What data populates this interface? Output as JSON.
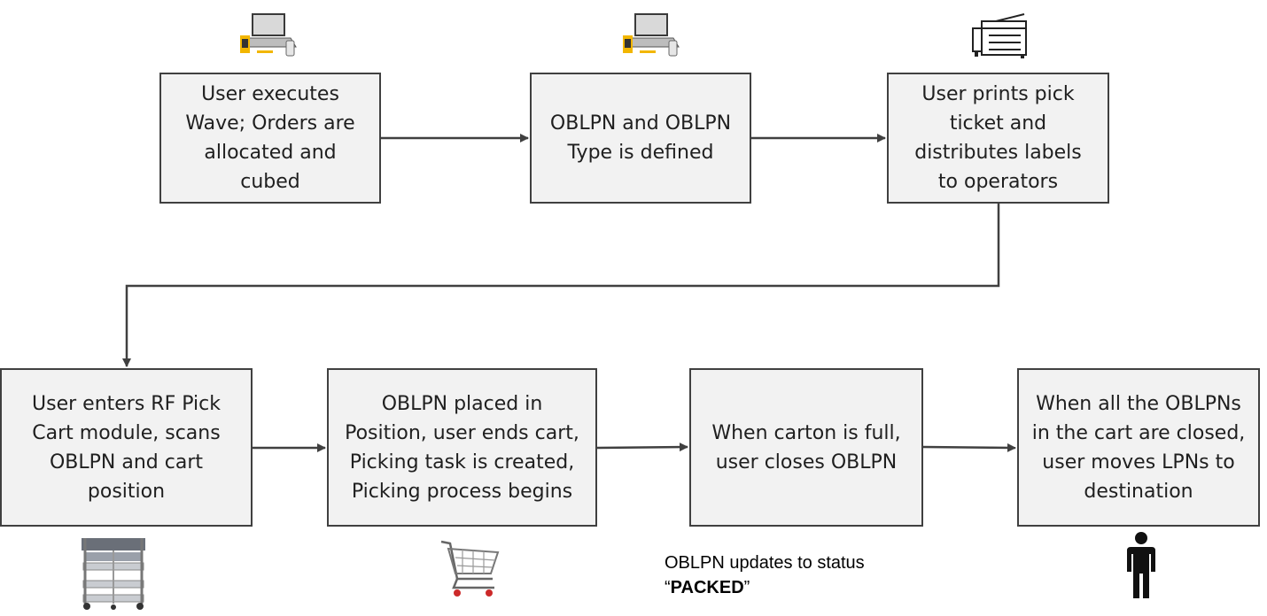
{
  "steps": [
    {
      "id": "execute-wave",
      "text": "User executes\nWave; Orders are\nallocated and\ncubed",
      "icon": "laptop-icon"
    },
    {
      "id": "oblpn-defined",
      "text": "OBLPN and OBLPN\nType is defined",
      "icon": "laptop-icon"
    },
    {
      "id": "print-ticket",
      "text": "User prints pick\nticket and\ndistributes labels\nto operators",
      "icon": "printer-icon"
    },
    {
      "id": "rf-pick-cart",
      "text": "User enters RF Pick\nCart module, scans\nOBLPN and cart\nposition",
      "icon": "pick-cart-icon"
    },
    {
      "id": "oblpn-placed",
      "text": "OBLPN placed in\nPosition, user ends cart,\nPicking task is created,\nPicking process begins",
      "icon": "shopping-cart-icon"
    },
    {
      "id": "carton-full",
      "text": "When carton is full,\nuser closes OBLPN"
    },
    {
      "id": "move-lpns",
      "text": "When all the OBLPNs\nin the cart are closed,\nuser moves LPNs to\ndestination",
      "icon": "person-icon"
    }
  ],
  "note": {
    "line1": "OBLPN updates to status",
    "open_quote": "“",
    "status": "PACKED",
    "close_quote": "”"
  },
  "colors": {
    "box_fill": "#f2f2f2",
    "box_border": "#404040",
    "arrow": "#404040",
    "icon_dark": "#222222",
    "icon_yellow": "#f2b600"
  }
}
